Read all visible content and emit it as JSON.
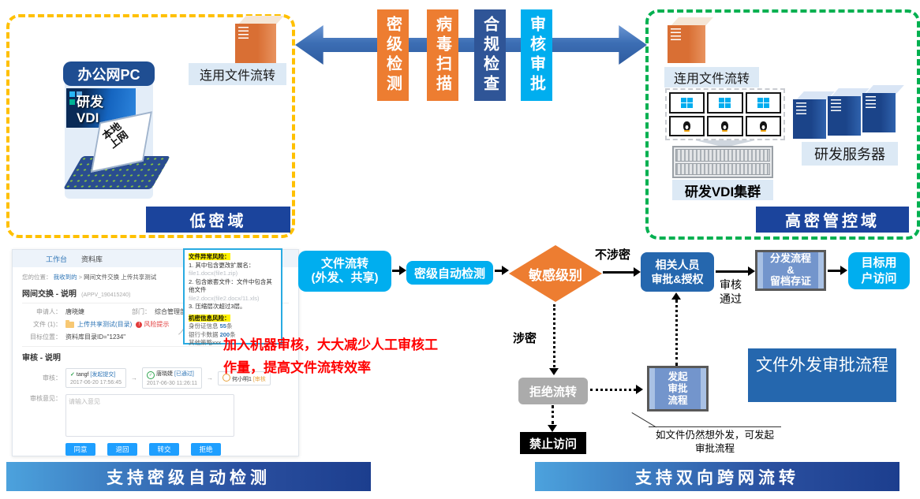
{
  "colors": {
    "orange": "#ED7D31",
    "steel_blue": "#2F5597",
    "cyan": "#00AEEF",
    "navy_banner": "#1B449C",
    "node_blue": "#2567AE",
    "process_blue": "#7395CC",
    "gray_node": "#ABABAB",
    "black_node": "#000000",
    "low_border": "#FFC000",
    "high_border": "#00B050",
    "arrow_blue": "#3C6EB4",
    "red_text": "#FF0000",
    "link_blue": "#2E75B6",
    "button_blue": "#1E9FFF",
    "callout_border": "#29ABE2",
    "highlight_yellow": "#FFF200"
  },
  "low_domain": {
    "banner": "低密域",
    "pc_label": "办公网PC",
    "vdi_text": "研发\nVDI",
    "local_net": "本地\n上网",
    "transfer_label": "连用文件流转"
  },
  "gateway": {
    "checks": [
      {
        "label": "密级检测"
      },
      {
        "label": "病毒扫描"
      },
      {
        "label": "合规检查"
      },
      {
        "label": "审核审批"
      }
    ]
  },
  "high_domain": {
    "banner": "高密管控域",
    "transfer_label": "连用文件流转",
    "vdi_cluster": "研发VDI集群",
    "dev_servers": "研发服务器"
  },
  "screenshot": {
    "tabs": [
      {
        "label": "工作台"
      },
      {
        "label": "资料库"
      }
    ],
    "breadcrumb": {
      "prefix": "您的位置：",
      "link": "我收到的",
      "sep": ">",
      "page": "网间文件交换 上传共享测试"
    },
    "exchange": {
      "title": "网间交换 - 说明",
      "code": "(APPV_190415240)",
      "applicant_label": "申请人：",
      "applicant": "唐晓婕",
      "dept_label": "部门：",
      "dept": "综合管理部",
      "file_label": "文件 (1)：",
      "file_name": "上传共享测试(目录)",
      "risk_icon": "!",
      "risk_link": "风险提示",
      "target_label": "目标位置：",
      "target": "资料库目录ID=\"1234\""
    },
    "review": {
      "title": "审核 - 说明",
      "label": "审核：",
      "arrow": "→",
      "steps": [
        {
          "icon": "✓",
          "name": "tangf",
          "status": "[发起提交]",
          "time": "2017-06-20 17:56:45"
        },
        {
          "icon": "✓",
          "name": "唐晓婕",
          "status": "[已通过]",
          "time": "2017-06-30 11:26:11"
        },
        {
          "icon": "",
          "name": "何小明1",
          "status": "[审核",
          "time": ""
        }
      ],
      "comment_label": "审核意见：",
      "comment_placeholder": "请输入意见",
      "buttons": [
        {
          "label": "同意"
        },
        {
          "label": "退回"
        },
        {
          "label": "转交"
        },
        {
          "label": "拒绝"
        }
      ]
    },
    "callout": {
      "title1": "文件异常风险：",
      "items": [
        {
          "text": "1. 其中包含更改扩展名：",
          "file": "file1.docx(file1.zip)"
        },
        {
          "text": "2. 包含嵌套文件：文件中包含其他文件",
          "file": "file2.docx(file2.docx/11.xls)"
        },
        {
          "text": "3. 压缩层次超过3层。",
          "file": ""
        }
      ],
      "title2": "机密信息风险：",
      "secrets": [
        {
          "text": "身份证信息 ",
          "num": "55",
          "unit": "条"
        },
        {
          "text": "银行卡数据 ",
          "num": "200",
          "unit": "条"
        },
        {
          "text": "其他策略xxx",
          "num": "",
          "unit": ""
        }
      ]
    }
  },
  "annotation": "加入机器审核，大大减少人工审核工作量，提高文件流转效率",
  "flow": {
    "file_flow": "文件流转\n(外发、共享)",
    "auto_detect": "密级自动检测",
    "decision": "敏感级别",
    "not_secret": "不涉密",
    "secret": "涉密",
    "approve": "相关人员\n审批&授权",
    "approved": "审核\n通过",
    "distribute": "分发流程\n&\n留档存证",
    "target_user": "目标用\n户访问",
    "reject": "拒绝流转",
    "forbid": "禁止访问",
    "initiate": "发起\n审批\n流程",
    "note": "如文件仍然想外发，可发起\n审批流程",
    "title": "文件外发审批流程"
  },
  "footers": [
    {
      "label": "支持密级自动检测"
    },
    {
      "label": "支持双向跨网流转"
    }
  ]
}
